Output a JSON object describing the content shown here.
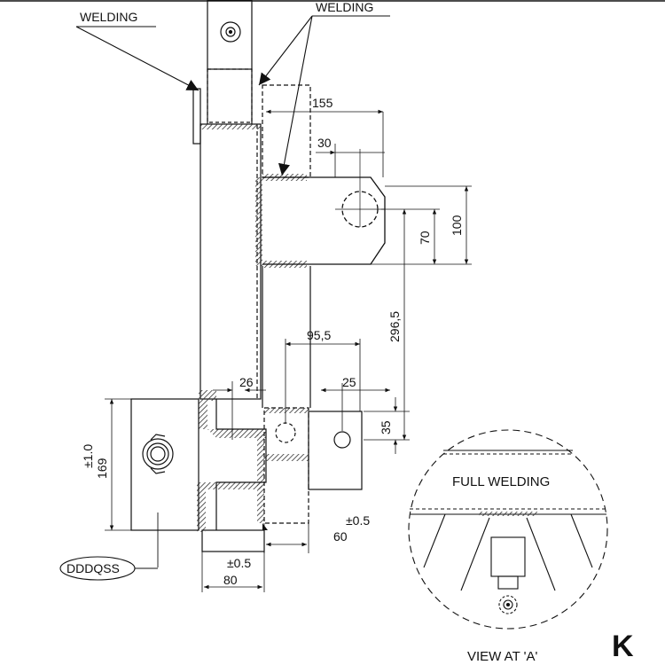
{
  "labels": {
    "welding_left": "WELDING",
    "welding_top": "WELDING",
    "full_welding": "FULL WELDING",
    "view_caption": "VIEW AT 'A'",
    "part_code": "DDDQSS"
  },
  "dimensions": {
    "d155": "155",
    "d30": "30",
    "d100": "100",
    "d70": "70",
    "d296_5": "296,5",
    "d95_5": "95,5",
    "d26": "26",
    "d25": "25",
    "d35": "35",
    "d169": "169",
    "tol169": "±1.0",
    "d60": "60",
    "tol60": "±0.5",
    "d80": "80",
    "tol80": "±0.5"
  },
  "watermark": "K",
  "colors": {
    "line": "#111111",
    "hatch": "#333333",
    "watermark": "#e9e9e9"
  }
}
